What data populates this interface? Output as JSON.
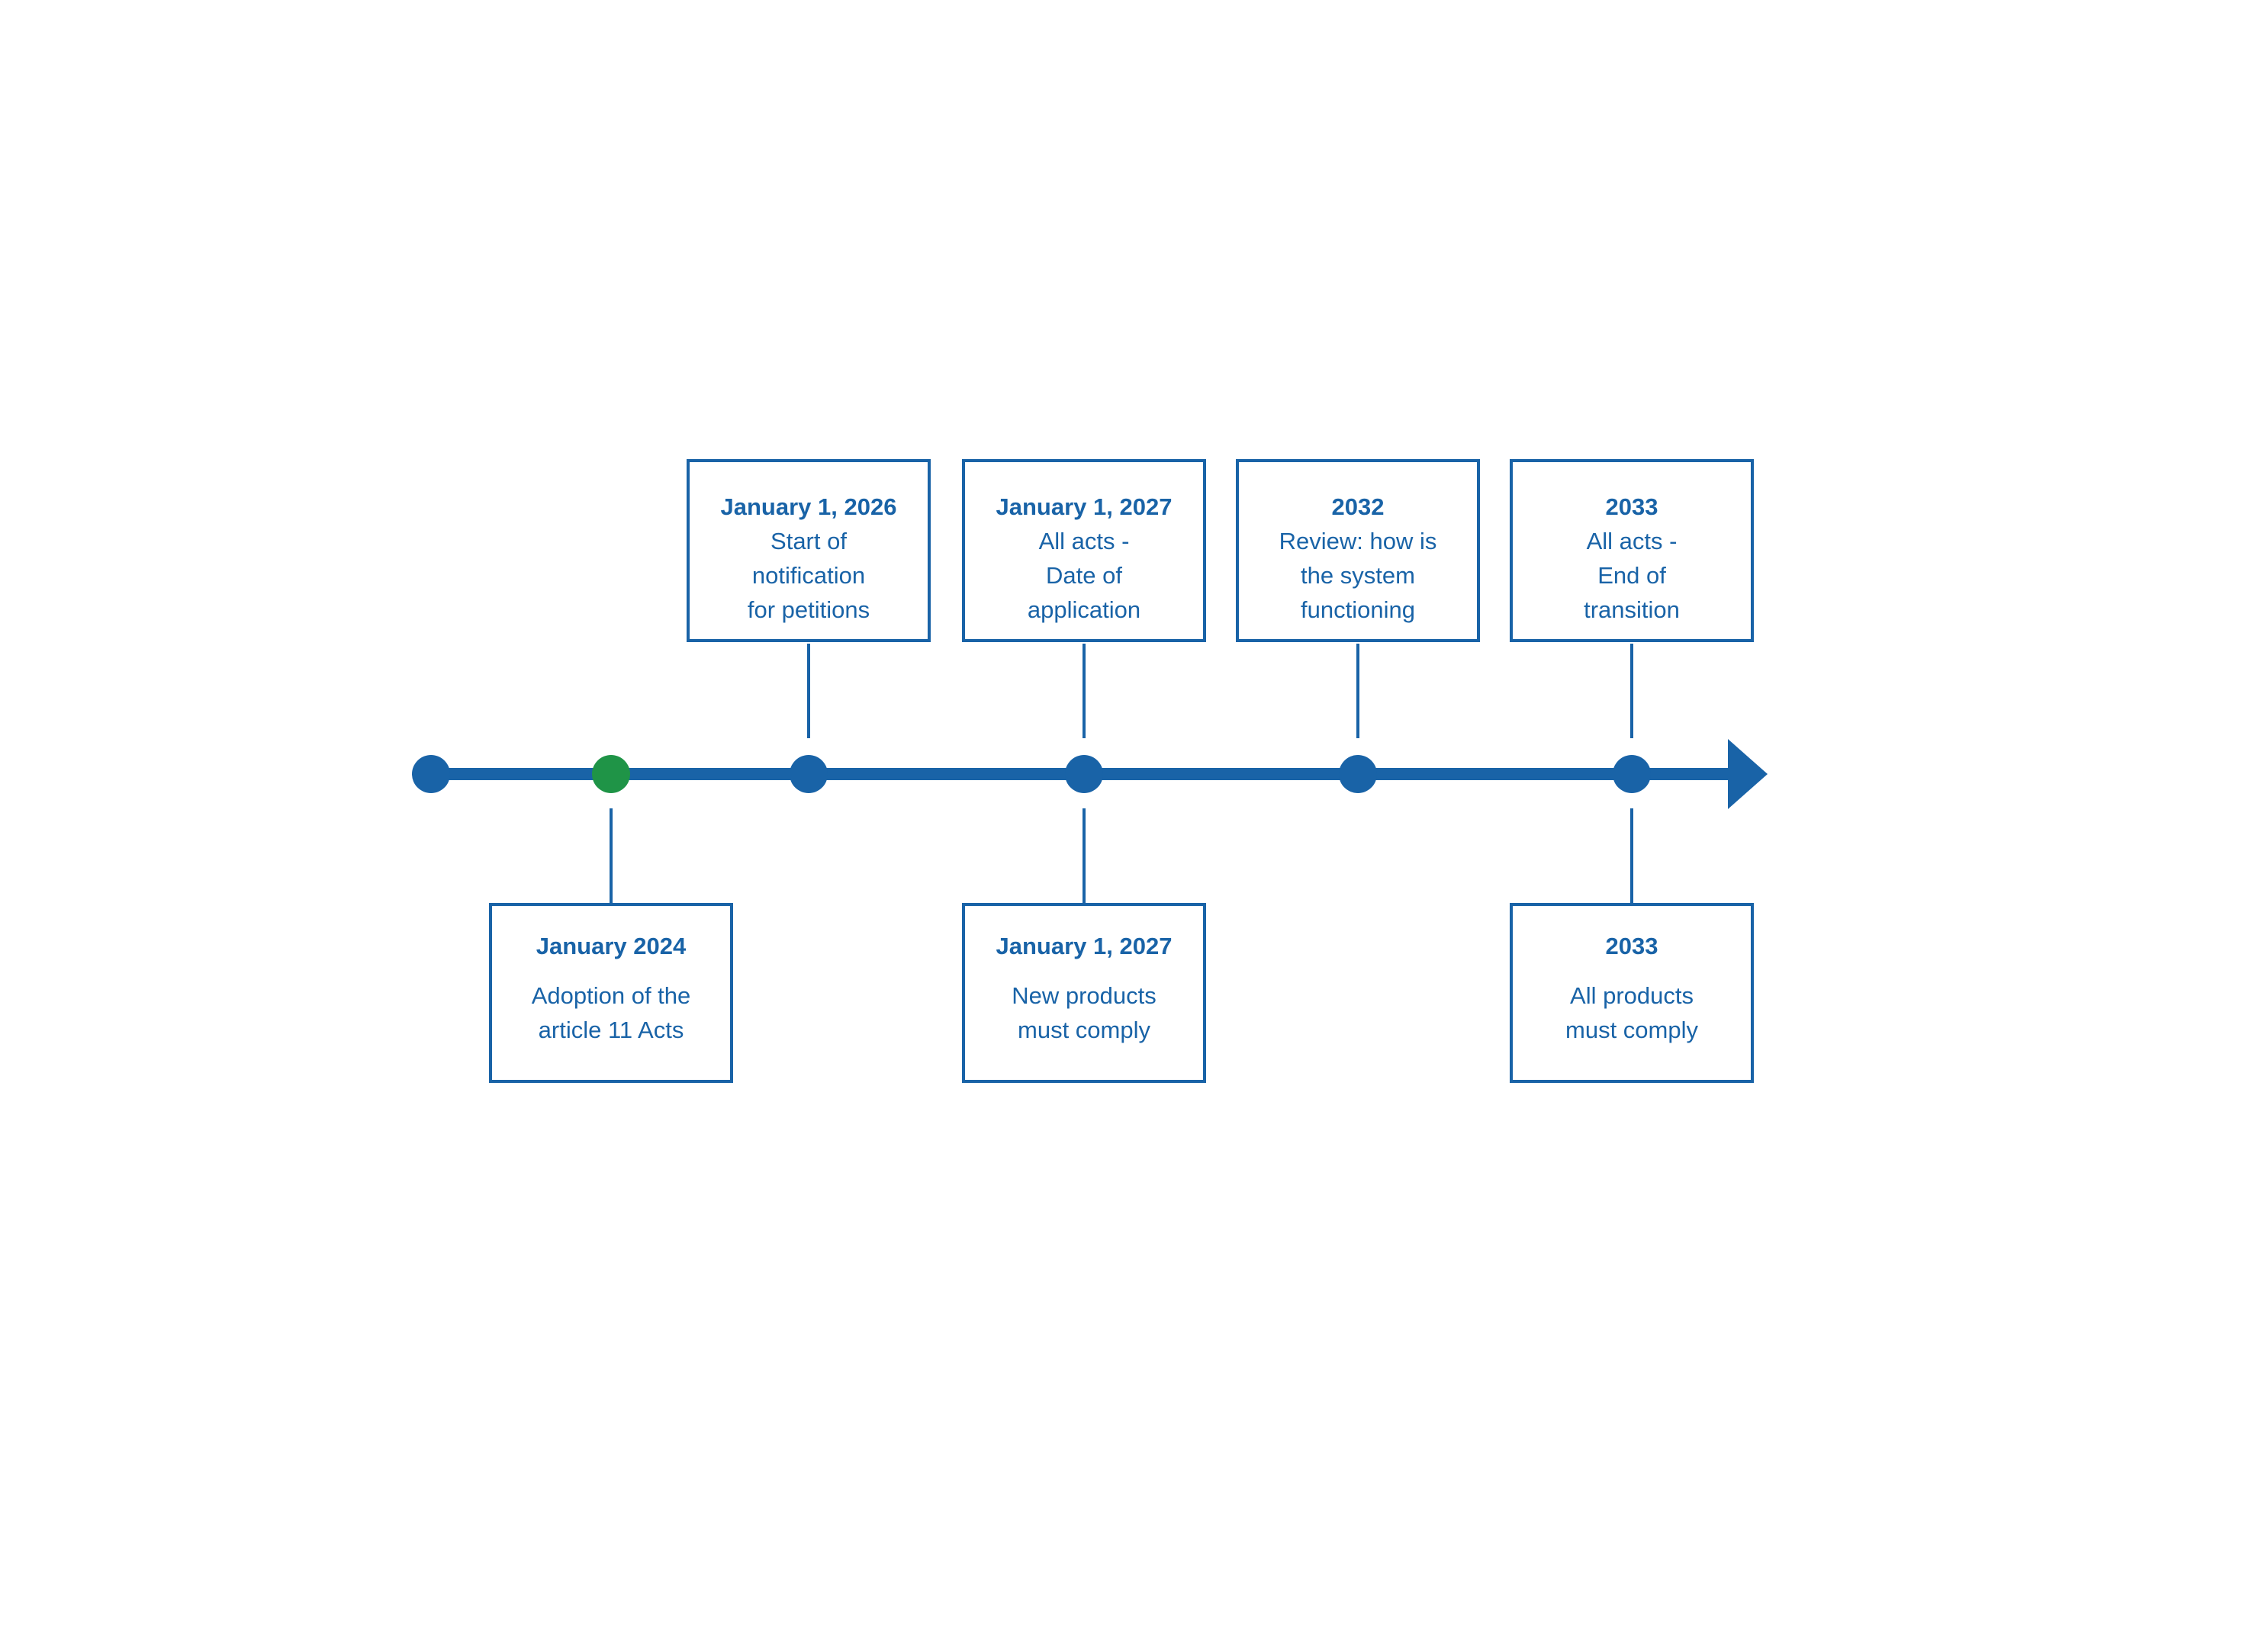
{
  "diagram": {
    "type": "timeline",
    "orientation": "horizontal",
    "colors": {
      "primary_blue": "#1963A7",
      "accent_green": "#1F9447",
      "background": "#FFFFFF"
    },
    "icons": {
      "terminus": "arrow-right-icon"
    }
  },
  "dots": [
    {
      "label": "timeline-start",
      "color": "blue"
    },
    {
      "label": "january-2024",
      "color": "green"
    },
    {
      "label": "january-1-2026",
      "color": "blue"
    },
    {
      "label": "january-1-2027",
      "color": "blue"
    },
    {
      "label": "2032",
      "color": "blue"
    },
    {
      "label": "2033",
      "color": "blue"
    }
  ],
  "boxes_above": [
    {
      "date": "January 1, 2026",
      "body": "Start of\nnotification\nfor petitions"
    },
    {
      "date": "January 1, 2027",
      "body": "All acts -\nDate of\napplication"
    },
    {
      "date": "2032",
      "body": "Review: how is\nthe system\nfunctioning"
    },
    {
      "date": "2033",
      "body": "All acts -\nEnd of\ntransition"
    }
  ],
  "boxes_below": [
    {
      "date": "January 2024",
      "body": "Adoption of the\narticle 11 Acts"
    },
    {
      "date": "January 1, 2027",
      "body": "New products\nmust comply"
    },
    {
      "date": "2033",
      "body": "All products\nmust comply"
    }
  ]
}
